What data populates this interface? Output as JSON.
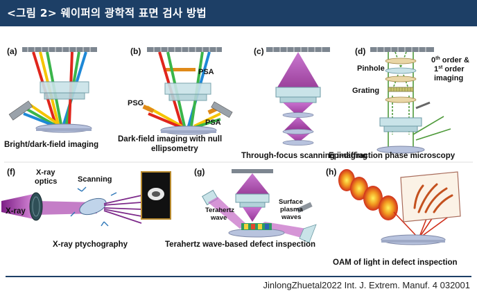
{
  "header": {
    "title": "<그림 2> 웨이퍼의 광학적 표면 검사 방법"
  },
  "panels": {
    "a": {
      "letter": "(a)",
      "caption": "Bright/dark-field imaging"
    },
    "b": {
      "letter": "(b)",
      "caption_line1": "Dark-field imaging with null",
      "caption_line2": "ellipsometry",
      "labels": [
        "PSA",
        "PSG",
        "PSA"
      ]
    },
    "c": {
      "letter": "(c)",
      "caption": "Through-focus scanning imaging"
    },
    "d": {
      "letter": "(d)",
      "caption": "Epi-diffraction phase microscopy",
      "pinhole": "Pinhole",
      "grating": "Grating",
      "order_line1": "0",
      "order_sup1": "th",
      "order_line1b": " order &",
      "order_line2a": "1",
      "order_sup2": "st",
      "order_line2b": " order",
      "order_line3": "imaging"
    },
    "f": {
      "letter": "(f)",
      "caption": "X-ray ptychography",
      "xray": "X-ray",
      "optics_line1": "X-ray",
      "optics_line2": "optics",
      "scanning": "Scanning"
    },
    "g": {
      "letter": "(g)",
      "caption": "Terahertz wave-based defect inspection",
      "thz_line1": "Terahertz",
      "thz_line2": "wave",
      "spw_line1": "Surface",
      "spw_line2": "plasma",
      "spw_line3": "waves"
    },
    "h": {
      "letter": "(h)",
      "caption": "OAM of light in defect inspection"
    }
  },
  "citation": "JinlongZhuetal2022 Int. J. Extrem. Manuf. 4 032001",
  "colors": {
    "header_bg": "#1d3f66",
    "lens": "#c9e3e8",
    "stage": "#b8c3de",
    "purple": "#9b2d9b",
    "green": "#4e9a3a"
  }
}
